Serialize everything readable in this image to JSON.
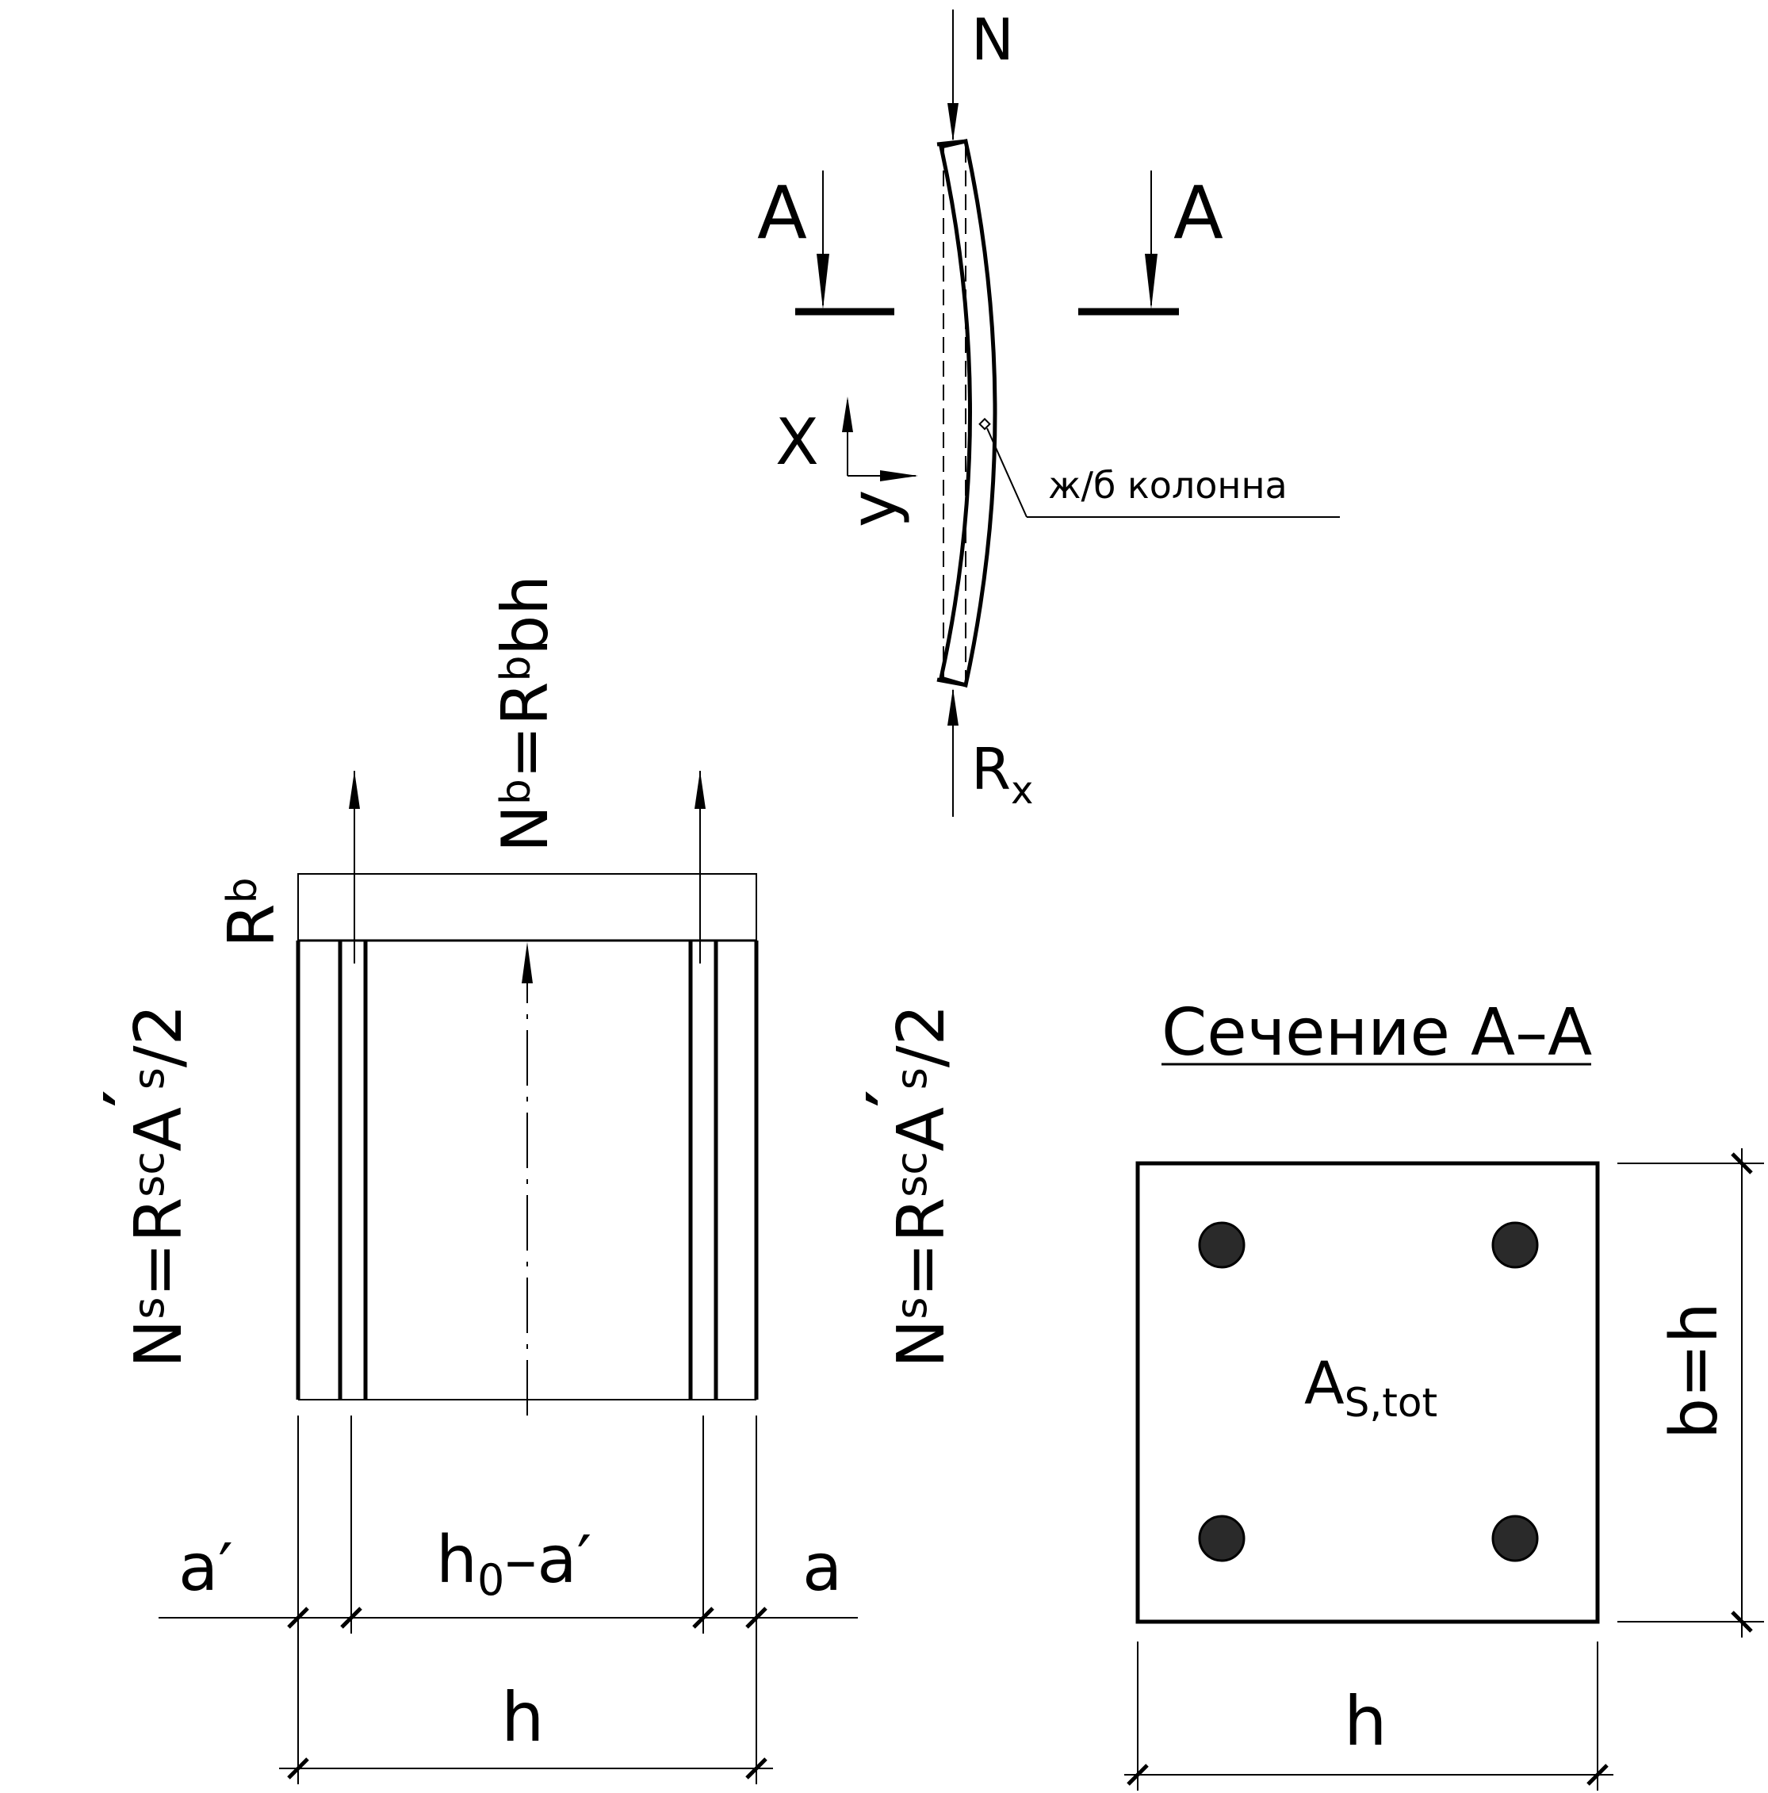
{
  "column_view": {
    "load_top": "N",
    "reaction": {
      "main": "R",
      "sub": "x"
    },
    "section_mark_left": "A",
    "section_mark_right": "A",
    "axis_x": "X",
    "axis_y": "y",
    "column_label": "ж/б колонна"
  },
  "stress_diagram": {
    "rb": {
      "main": "R",
      "sub": "b"
    },
    "nb": {
      "p1": "N",
      "s1": "b",
      "p2": "=R",
      "s2": "b",
      "p3": "bh"
    },
    "ns_left": {
      "p1": "N",
      "s1": "s",
      "p2": "=R",
      "s2": "sc",
      "p3": "A",
      "prime": "′",
      "s3": "s",
      "p4": "/2"
    },
    "ns_right": {
      "p1": "N",
      "s1": "s",
      "p2": "=R",
      "s2": "sc",
      "p3": "A",
      "prime": "′",
      "s3": "s",
      "p4": "/2"
    },
    "dim_a_prime": "a′",
    "dim_h0": {
      "main": "h",
      "sub": "0",
      "rest": "–a′"
    },
    "dim_a": "a",
    "dim_h": "h"
  },
  "section": {
    "title": "Сечение А–А",
    "area": {
      "main": "A",
      "sub": "S,tot"
    },
    "dim_bottom": "h",
    "dim_right": "b=h"
  }
}
